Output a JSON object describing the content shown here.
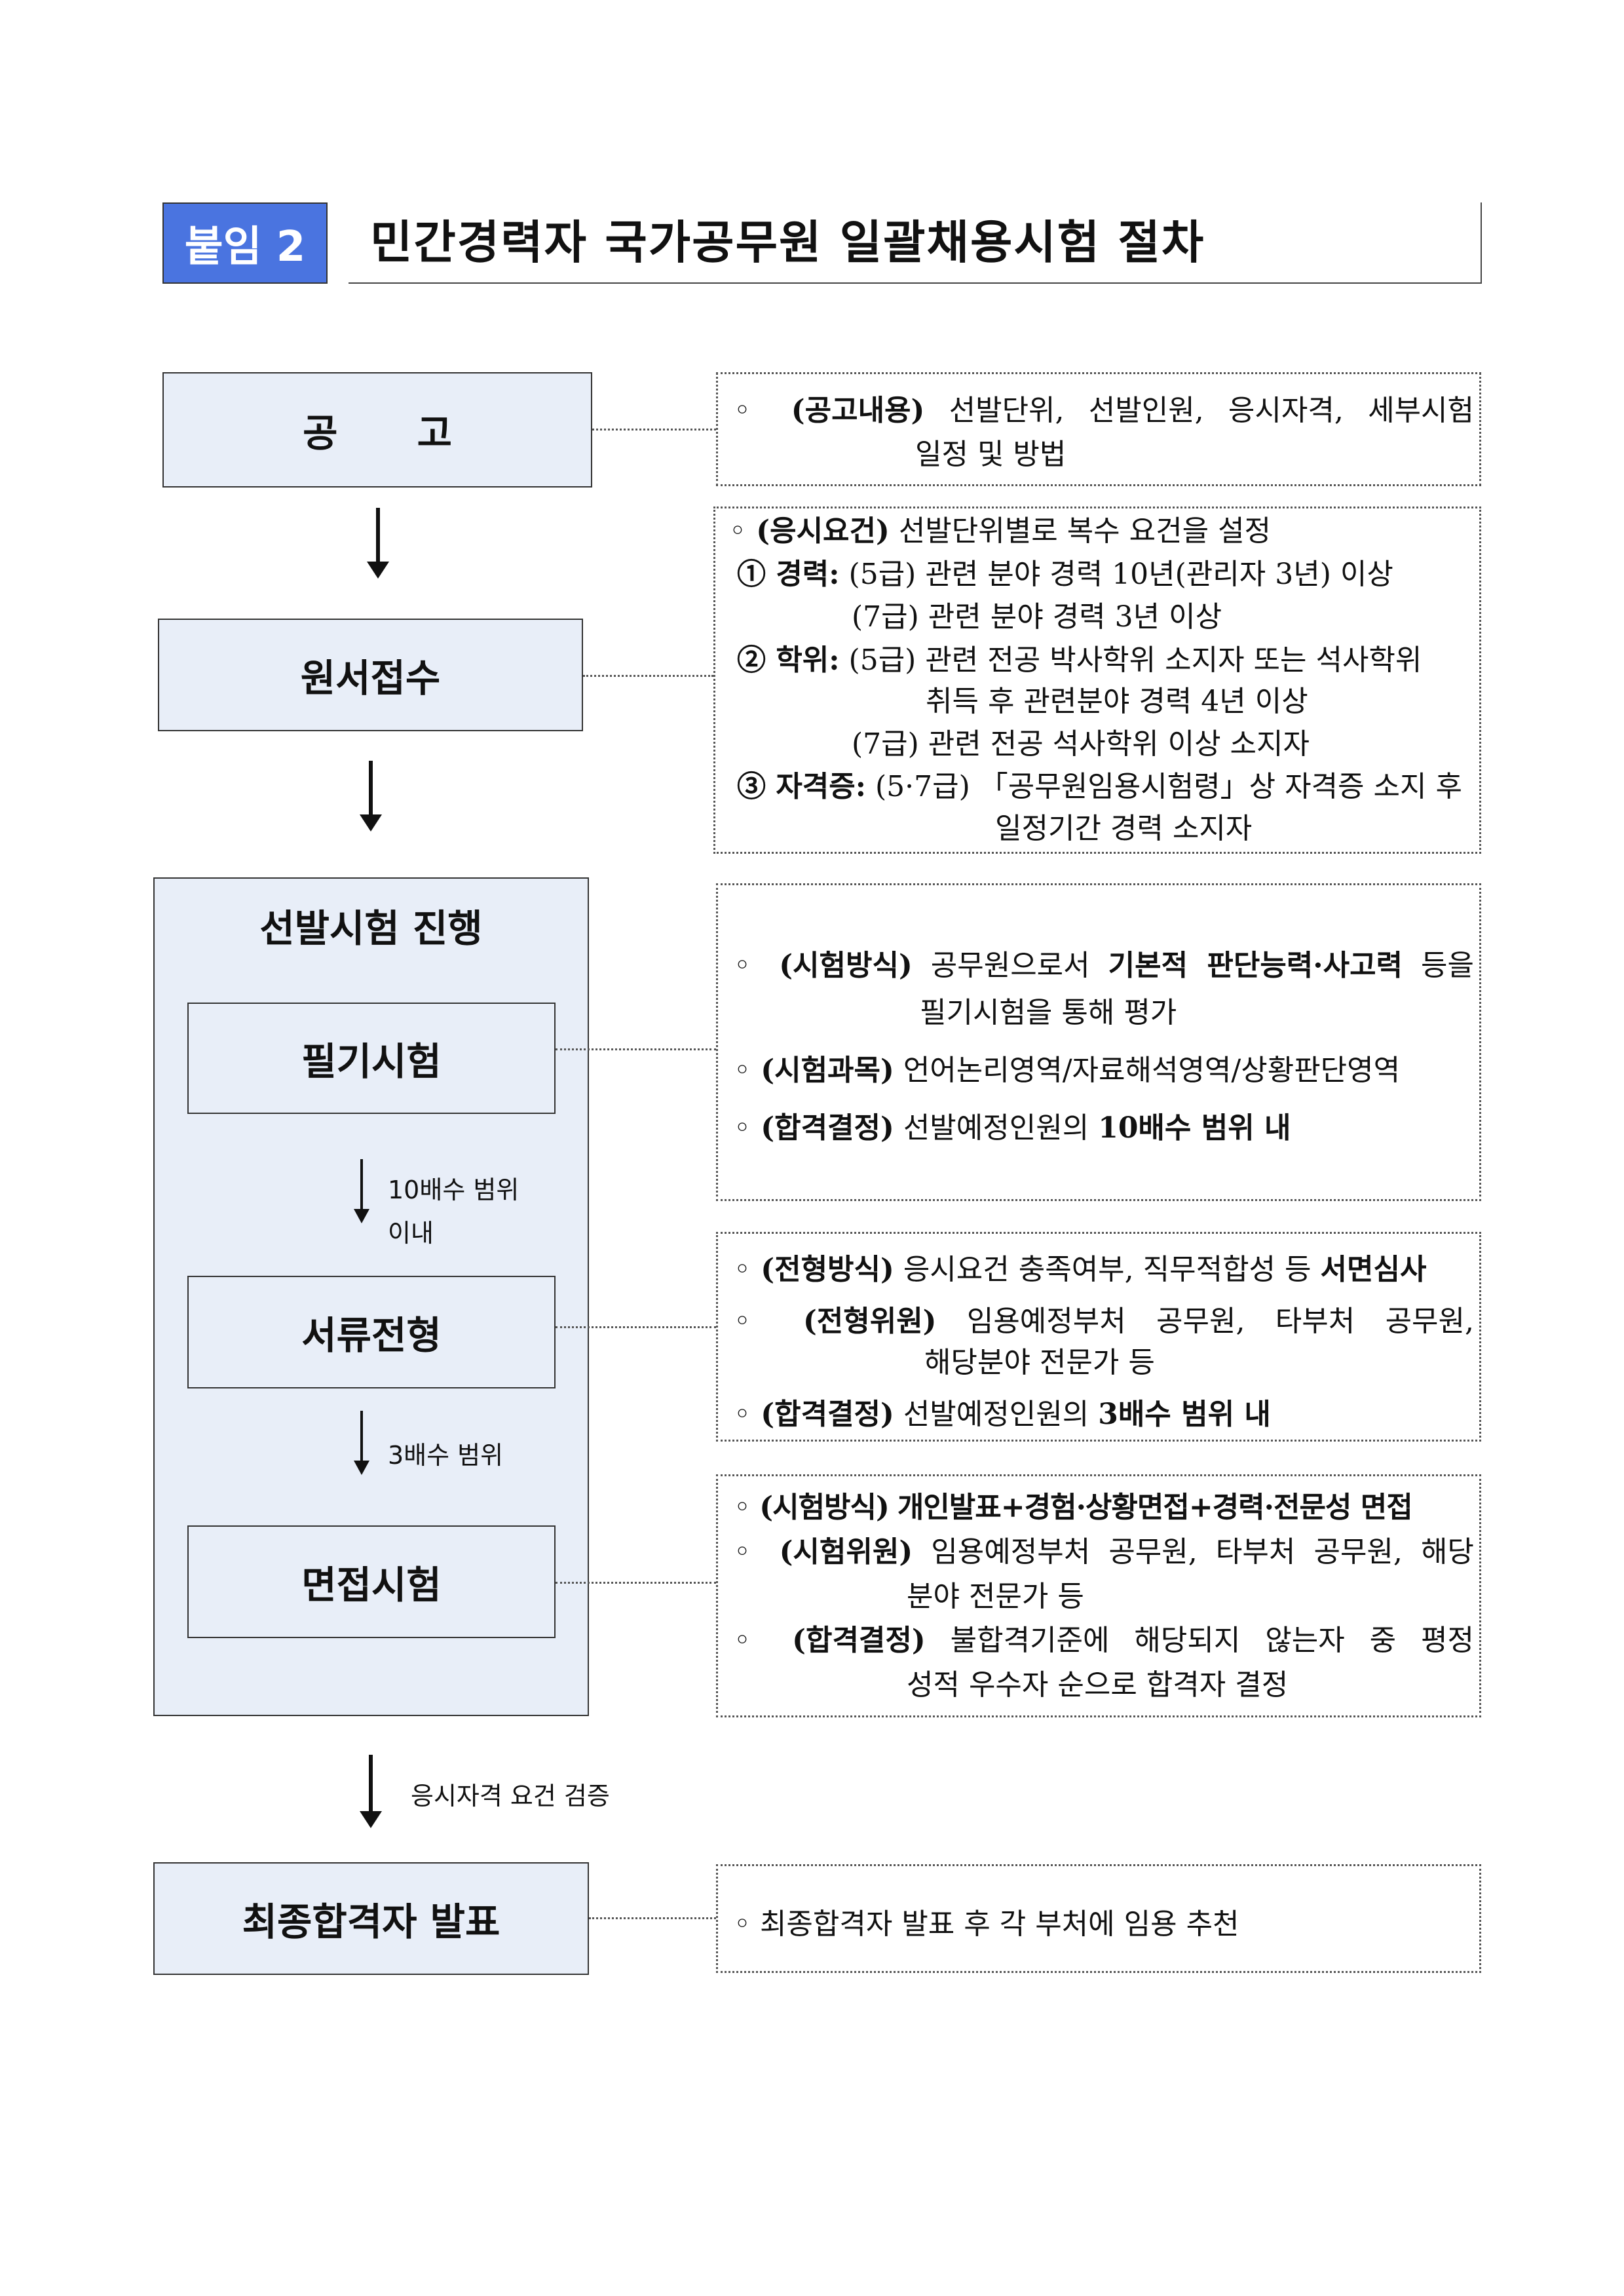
{
  "header": {
    "badge": "붙임 2",
    "title": "민간경력자 국가공무원 일괄채용시험 절차"
  },
  "steps": {
    "announce": "공      고",
    "apply": "원서접수",
    "selection_group": "선발시험 진행",
    "written": "필기시험",
    "document": "서류전형",
    "interview": "면접시험",
    "final": "최종합격자 발표"
  },
  "arrows": {
    "after_written": [
      "10배수 범위",
      "이내"
    ],
    "after_document": "3배수 범위",
    "after_interview": "응시자격 요건 검증"
  },
  "notes": {
    "announce": {
      "l1_label": "◦ (공고내용)",
      "l1_text": "선발단위, 선발인원, 응시자격, 세부시험",
      "l2": "일정 및 방법"
    },
    "apply": {
      "l1_label": "◦ (응시요건)",
      "l1_text": "선발단위별로 복수 요건을 설정",
      "c1_label": "① 경력:",
      "c1_text": "(5급) 관련 분야 경력 10년(관리자 3년) 이상",
      "c1_l2": "(7급) 관련 분야 경력 3년 이상",
      "c2_label": "② 학위:",
      "c2_text": "(5급) 관련 전공 박사학위 소지자 또는 석사학위",
      "c2_l2": "취득 후 관련분야 경력 4년 이상",
      "c2_l3": "(7급) 관련 전공 석사학위 이상 소지자",
      "c3_label": "③ 자격증:",
      "c3_text": "(5·7급) 「공무원임용시험령」상 자격증 소지 후",
      "c3_l2": "일정기간 경력 소지자"
    },
    "written": {
      "l1_label": "◦ (시험방식)",
      "l1_pre": "공무원으로서",
      "l1_bold": "기본적 판단능력·사고력",
      "l1_post": "등을",
      "l1_l2": "필기시험을 통해 평가",
      "l2_label": "◦ (시험과목)",
      "l2_text": "언어논리영역/자료해석영역/상황판단영역",
      "l3_label": "◦ (합격결정)",
      "l3_pre": "선발예정인원의",
      "l3_bold": "10배수 범위 내"
    },
    "document": {
      "l1_label": "◦ (전형방식)",
      "l1_pre": "응시요건 충족여부, 직무적합성 등",
      "l1_bold": "서면심사",
      "l2_label": "◦ (전형위원)",
      "l2_text": "임용예정부처 공무원, 타부처 공무원,",
      "l2_l2": "해당분야 전문가 등",
      "l3_label": "◦ (합격결정)",
      "l3_pre": "선발예정인원의",
      "l3_bold": "3배수 범위 내"
    },
    "interview": {
      "l1_label": "◦ (시험방식)",
      "l1_bold": "개인발표+경험·상황면접+경력·전문성 면접",
      "l2_label": "◦ (시험위원)",
      "l2_text": "임용예정부처 공무원, 타부처 공무원, 해당",
      "l2_l2": "분야 전문가 등",
      "l3_label": "◦ (합격결정)",
      "l3_text": "불합격기준에 해당되지 않는자 중 평정",
      "l3_l2": "성적 우수자 순으로 합격자 결정"
    },
    "final": {
      "l1": "◦ 최종합격자 발표 후 각 부처에 임용 추천"
    }
  }
}
